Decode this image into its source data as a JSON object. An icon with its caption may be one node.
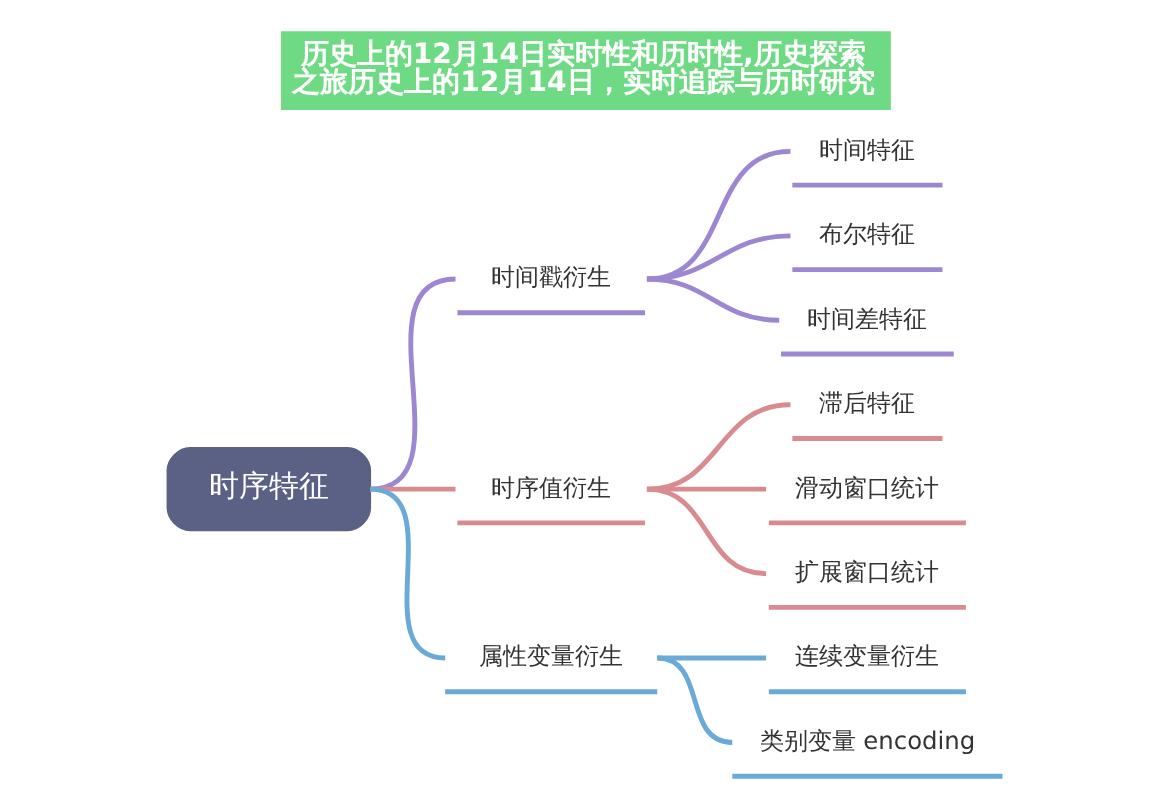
{
  "diagram": {
    "title": "历史上的12月14日实时性和历时性,历史探索之旅历史上的12月14日，实时追踪与历时研究",
    "nodes": [
      {
        "text": [
          "时序特征"
        ]
      },
      {
        "text": [
          "时间戳衍生"
        ]
      },
      {
        "text": [
          "时间特征"
        ]
      },
      {
        "text": [
          "布尔特征"
        ]
      },
      {
        "text": [
          "时间差特征"
        ]
      },
      {
        "text": [
          "时序值衍生"
        ]
      },
      {
        "text": [
          "滞后特征"
        ]
      },
      {
        "text": [
          "滑动窗口统计"
        ]
      },
      {
        "text": [
          "扩展窗口统计"
        ]
      },
      {
        "text": [
          "属性变量衍生"
        ]
      },
      {
        "text": [
          "连续变量衍生"
        ]
      },
      {
        "text": [
          "类别变量 encoding"
        ]
      }
    ],
    "edges": [
      {
        "from": 0,
        "to": 1,
        "arrow": "none",
        "color": "#9d87d2"
      },
      {
        "from": 1,
        "to": 2,
        "arrow": "none",
        "color": "#9d87d2"
      },
      {
        "from": 1,
        "to": 3,
        "arrow": "none",
        "color": "#9d87d2"
      },
      {
        "from": 1,
        "to": 4,
        "arrow": "none",
        "color": "#9d87d2"
      },
      {
        "from": 0,
        "to": 5,
        "arrow": "none",
        "color": "#d98b8f"
      },
      {
        "from": 5,
        "to": 6,
        "arrow": "none",
        "color": "#d98b8f"
      },
      {
        "from": 5,
        "to": 7,
        "arrow": "none",
        "color": "#d98b8f"
      },
      {
        "from": 5,
        "to": 8,
        "arrow": "none",
        "color": "#d98b8f"
      },
      {
        "from": 0,
        "to": 9,
        "arrow": "none",
        "color": "#6aaad8"
      },
      {
        "from": 9,
        "to": 10,
        "arrow": "none",
        "color": "#6aaad8"
      },
      {
        "from": 9,
        "to": 11,
        "arrow": "none",
        "color": "#6aaad8"
      }
    ]
  }
}
